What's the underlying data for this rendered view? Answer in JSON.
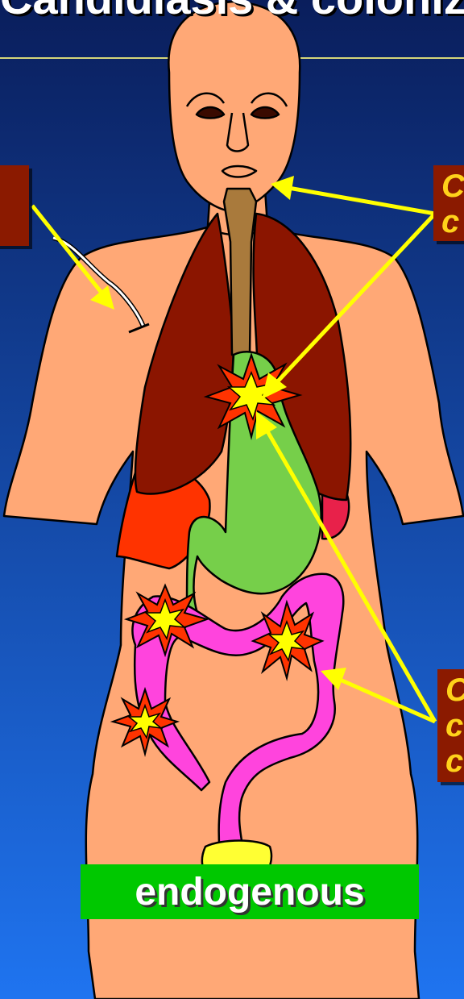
{
  "slide": {
    "title": "Candidiasis & colonization",
    "label": "endogenous",
    "callouts": {
      "left": "",
      "right_top": "C\nc",
      "right_bottom": "C\nc\nc"
    },
    "colors": {
      "background_top": "#0a1e5c",
      "background_bottom": "#1f74f0",
      "skin": "#ffa876",
      "lung": "#8b1500",
      "liver": "#ff3300",
      "stomach": "#76cf4a",
      "colon": "#ff44dd",
      "trachea": "#a97a3c",
      "arrow": "#ffff00",
      "label_bg": "#00c800"
    }
  }
}
